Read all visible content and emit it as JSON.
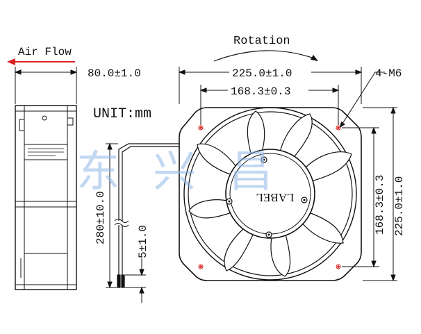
{
  "labels": {
    "air_flow": "Air Flow",
    "rotation": "Rotation",
    "unit": "UNIT:mm",
    "depth_dim": "80.0±1.0",
    "outer_width_dim": "225.0±1.0",
    "hole_spacing_dim": "168.3±0.3",
    "mount_holes": "4-M6",
    "hole_spacing_vertical_dim": "168.3±0.3",
    "outer_height_dim": "225.0±1.0",
    "lead_length_dim": "280±10.0",
    "strip_length_dim": "5±1.0",
    "hub_label": "LABEL"
  },
  "watermark": {
    "text": "东兴昌",
    "color": "#8fb6e6"
  },
  "colors": {
    "line": "#111111",
    "air_flow_arrow": "#d92020",
    "hole_marker": "#d92020"
  }
}
